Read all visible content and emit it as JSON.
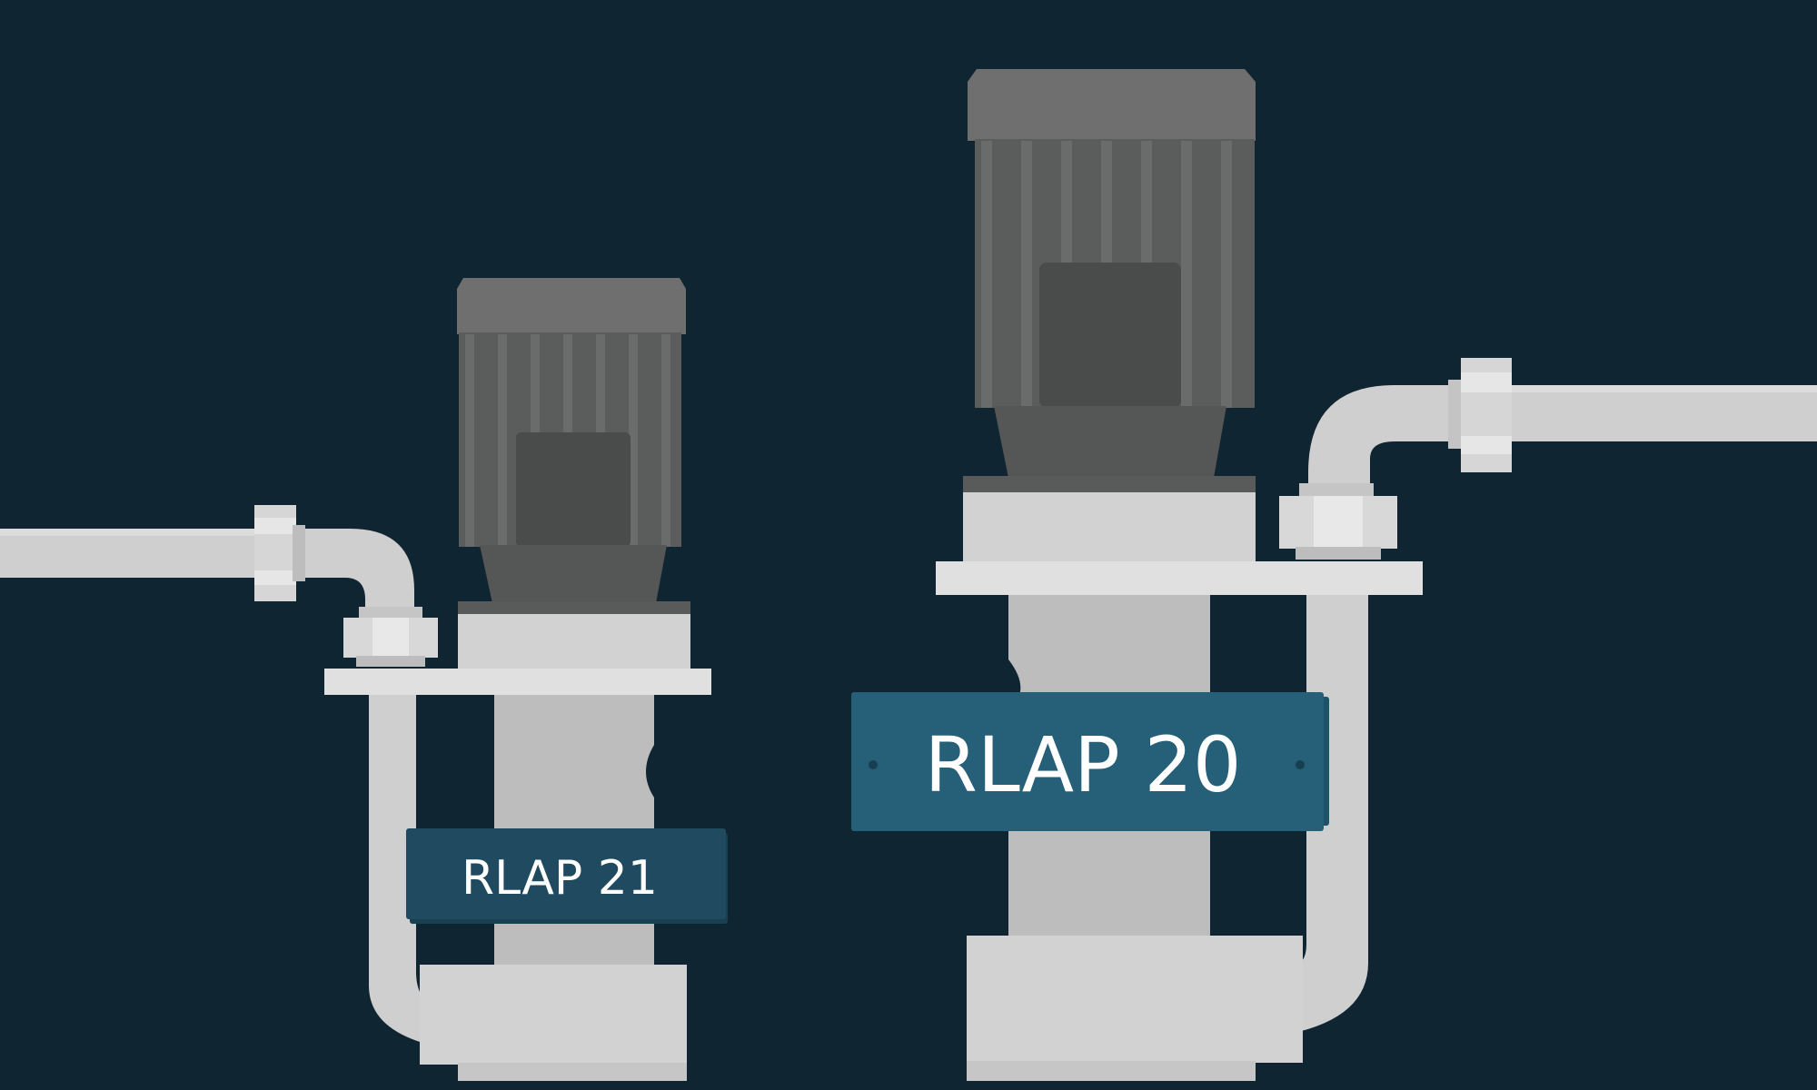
{
  "pumps": [
    {
      "id": "left",
      "label": "RLAP 21"
    },
    {
      "id": "right",
      "label": "RLAP 20"
    }
  ],
  "colors": {
    "background": "#0f2531",
    "pipe": "#cfcfcf",
    "pipe_highlight": "#e3e3e3",
    "motor_dark": "#4d4e4e",
    "motor_mid": "#5b5c5c",
    "motor_light": "#6e6f6e",
    "plate_left": "#1f4a60",
    "plate_right": "#255f78",
    "body": "#bdbdbd",
    "body_light": "#d2d2d2"
  }
}
